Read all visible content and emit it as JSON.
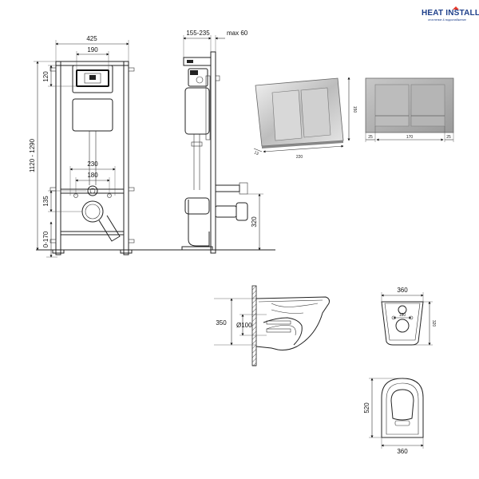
{
  "brand": {
    "name": "HEAT INSTALL",
    "tagline": "отопление & водоснабжение",
    "color": "#1e3f8a",
    "accent": "#e53a2c"
  },
  "frame_front": {
    "width_total": "425",
    "width_top": "190",
    "height_top": "120",
    "height_range": "1120 - 1290",
    "drain_width_outer": "230",
    "drain_width_inner": "180",
    "drain_height": "135",
    "floor_range": "0-170"
  },
  "frame_side": {
    "depth_range": "155-235",
    "max_depth": "max 60",
    "outlet_height": "320"
  },
  "flush_plate": {
    "depth": "13",
    "width": "220",
    "height": "150",
    "side_margin_left": "25",
    "center_width": "170",
    "side_margin_right": "25"
  },
  "toilet_side": {
    "height": "350",
    "pipe_diameter": "Ø100"
  },
  "toilet_back": {
    "width": "360",
    "height": "320",
    "hole_spacing": "180"
  },
  "toilet_top": {
    "length": "520",
    "width": "360"
  }
}
